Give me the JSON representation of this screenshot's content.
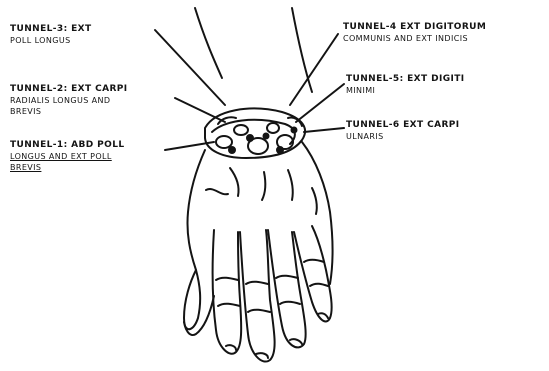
{
  "labels": {
    "tunnel3": {
      "line1": "TUNNEL-3: EXT",
      "line2": "POLL LONGUS"
    },
    "tunnel4": {
      "line1": "TUNNEL-4 EXT DIGITORUM",
      "line2": "COMMUNIS AND EXT INDICIS"
    },
    "tunnel2": {
      "line1": "TUNNEL-2: EXT CARPI",
      "line2": "RADIALIS LONGUS AND",
      "line3": "BREVIS"
    },
    "tunnel5": {
      "line1": "TUNNEL-5: EXT DIGITI",
      "line2": "MINIMI"
    },
    "tunnel1": {
      "line1": "TUNNEL-1: ABD POLL",
      "line2": "LONGUS AND EXT POLL",
      "line3": "BREVIS"
    },
    "tunnel6": {
      "line1": "TUNNEL-6 EXT CARPI",
      "line2": "ULNARIS"
    }
  },
  "colors": {
    "ink": "#141414",
    "paper": "#ffffff"
  }
}
